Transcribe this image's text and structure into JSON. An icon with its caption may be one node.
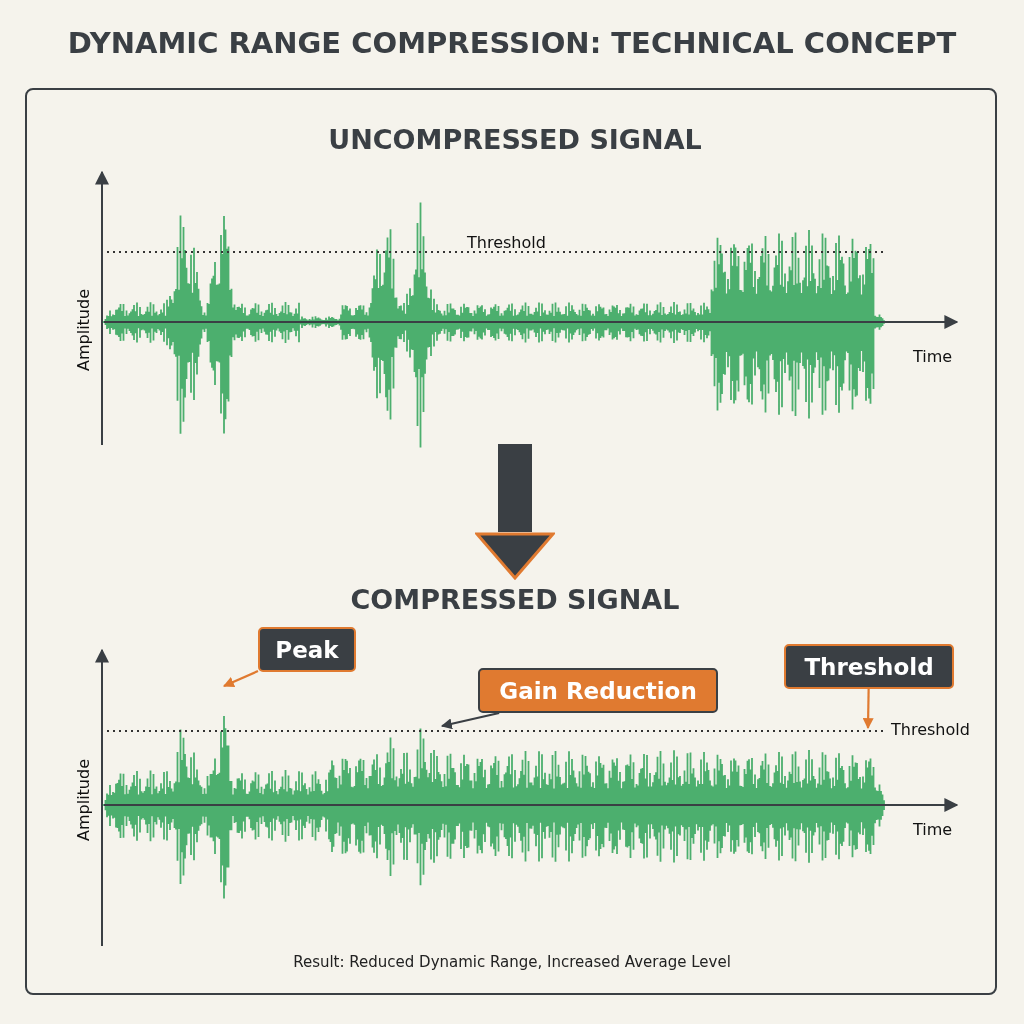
{
  "diagram": {
    "title": "DYNAMIC RANGE COMPRESSION: TECHNICAL CONCEPT",
    "caption": "Result: Reduced Dynamic Range, Increased Average Level",
    "nodes": [
      {
        "text": [
          "UNCOMPRESSED SIGNAL"
        ]
      },
      {
        "text": [
          "COMPRESSED SIGNAL"
        ]
      },
      {
        "text": [
          "Peak"
        ],
        "in": 1
      },
      {
        "text": [
          "Gain Reduction"
        ],
        "in": 1
      },
      {
        "text": [
          "Threshold"
        ],
        "in": 1
      }
    ],
    "edges": [
      {
        "from": 0,
        "to": 1,
        "arrow": "to",
        "style": "thick",
        "color": "#3a3f44"
      },
      {
        "from": 2,
        "to": null,
        "arrow": "to",
        "color": "#e07a30"
      },
      {
        "from": 3,
        "to": null,
        "arrow": "to",
        "color": "#3a3f44"
      },
      {
        "from": 4,
        "to": null,
        "arrow": "to",
        "color": "#e07a30"
      }
    ],
    "labels": [
      "Threshold",
      "Amplitude",
      "Time",
      "Threshold",
      "Amplitude",
      "Time"
    ]
  }
}
